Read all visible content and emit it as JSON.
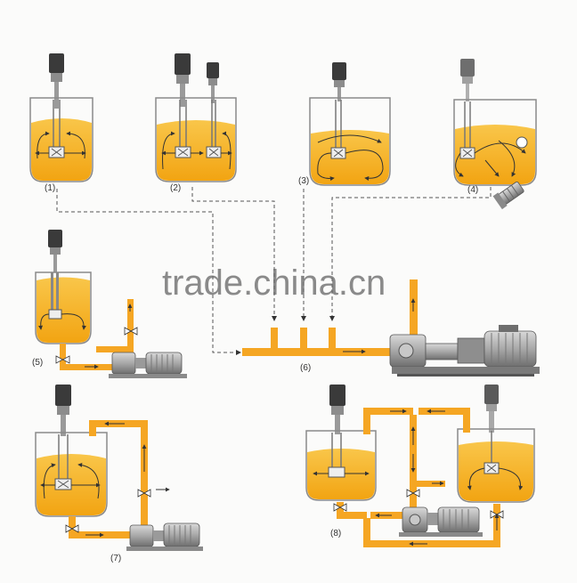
{
  "diagram": {
    "labels": {
      "d1": "(1)",
      "d2": "(2)",
      "d3": "(3)",
      "d4": "(4)",
      "d5": "(5)",
      "d6": "(6)",
      "d7": "(7)",
      "d8": "(8)"
    },
    "watermark": "trade.china.cn",
    "colors": {
      "liquid": "#f7b21e",
      "pipe": "#f5a623",
      "motor_dark": "#3a3a3a",
      "motor_grey": "#9a9a9a",
      "tank_outline": "#8a8a8a",
      "flow_arrow": "#333333",
      "dashed_line": "#555555"
    }
  }
}
